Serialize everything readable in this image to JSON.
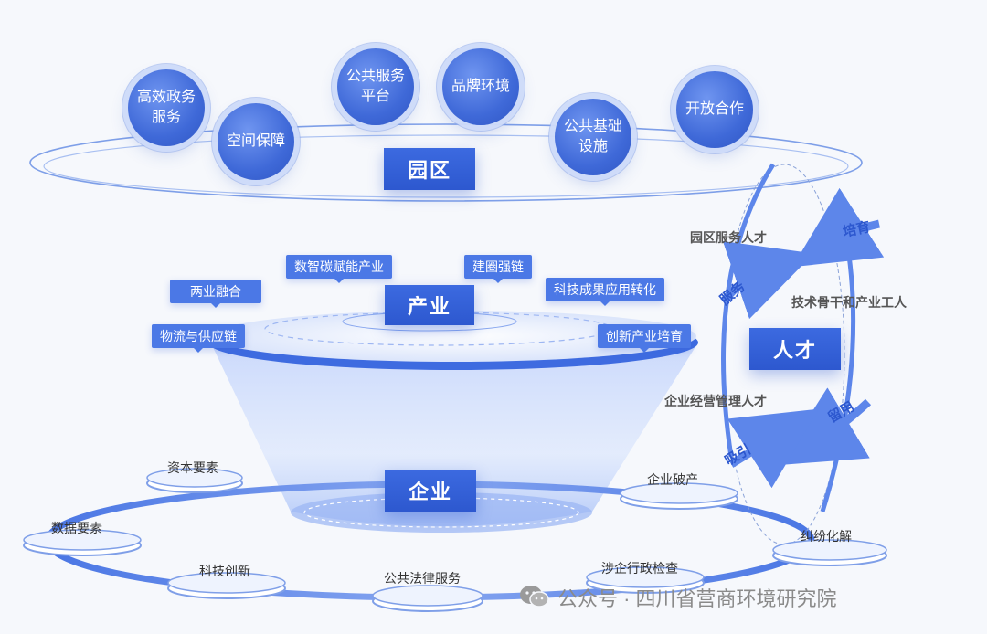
{
  "park": {
    "title": "园区",
    "circles": [
      "高效政务服务",
      "空间保障",
      "公共服务平台",
      "品牌环境",
      "公共基础设施",
      "开放合作"
    ]
  },
  "industry": {
    "title": "产业",
    "tags": [
      "数智碳赋能产业",
      "建圈强链",
      "两业融合",
      "科技成果应用转化",
      "物流与供应链",
      "创新产业培育"
    ]
  },
  "enterprise": {
    "title": "企业",
    "labels": [
      "资本要素",
      "企业破产",
      "数据要素",
      "纠纷化解",
      "科技创新",
      "公共法律服务",
      "涉企行政检查"
    ]
  },
  "talent": {
    "title": "人才",
    "texts": [
      "园区服务人才",
      "技术骨干和产业工人",
      "企业经营管理人才"
    ],
    "arrows": [
      "培育",
      "服务",
      "留用",
      "吸引"
    ]
  },
  "watermark": "公众号 · 四川省营商环境研究院",
  "colors": {
    "accent": "#2d58cf",
    "light": "#4b78e6"
  }
}
